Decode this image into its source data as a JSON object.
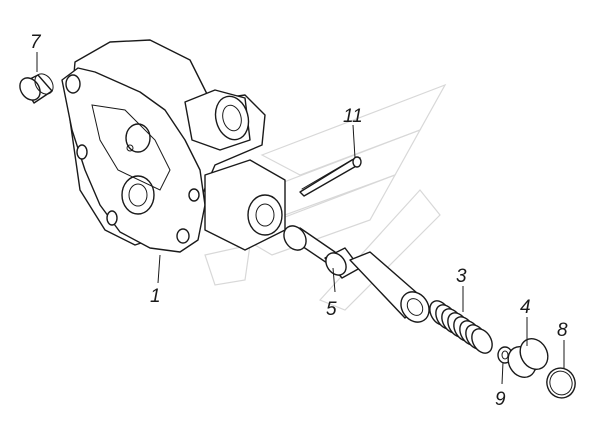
{
  "diagram": {
    "colors": {
      "ink": "#1a1a1a",
      "watermark": "#d8d8d8",
      "background": "#ffffff"
    },
    "callouts": [
      {
        "id": "1",
        "label": "1"
      },
      {
        "id": "3",
        "label": "3"
      },
      {
        "id": "4",
        "label": "4"
      },
      {
        "id": "5",
        "label": "5"
      },
      {
        "id": "7",
        "label": "7"
      },
      {
        "id": "8",
        "label": "8"
      },
      {
        "id": "9",
        "label": "9"
      },
      {
        "id": "11",
        "label": "11"
      }
    ]
  }
}
